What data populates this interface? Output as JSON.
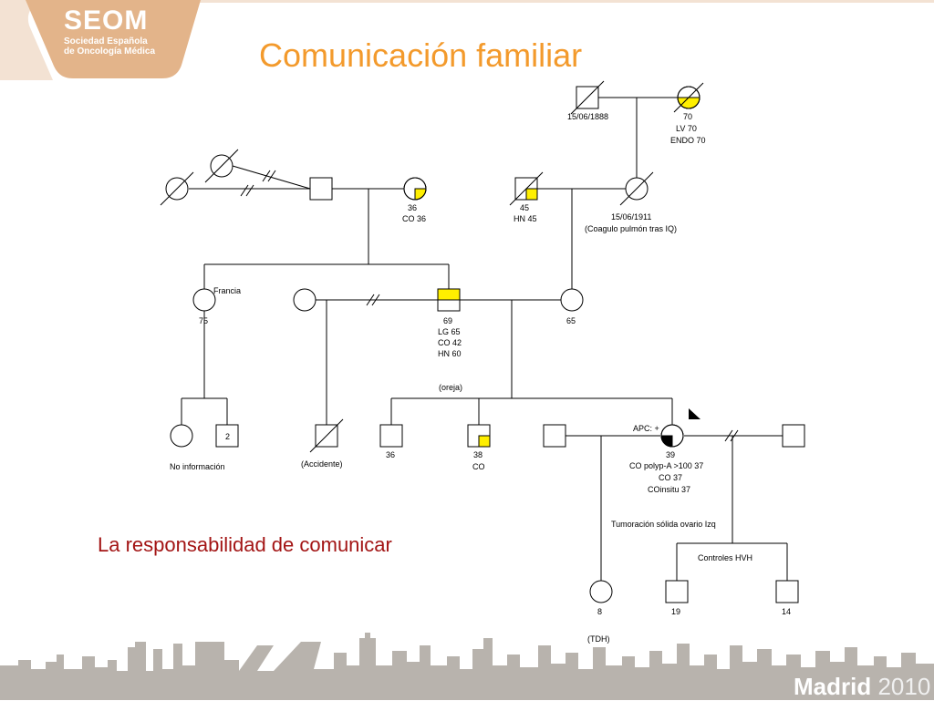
{
  "header": {
    "logo_main": "SEOM",
    "logo_line1": "Sociedad Española",
    "logo_line2": "de Oncología Médica",
    "title": "Comunicación familiar"
  },
  "subtitle": "La responsabilidad de comunicar",
  "footer": {
    "city": "Madrid",
    "year": "2010"
  },
  "colors": {
    "title": "#f39a2c",
    "subtitle": "#a31515",
    "affected": "#ffef00",
    "logo_bg": "#e3b48a",
    "skyline": "#b8b3ad"
  },
  "pedigree": {
    "labels": {
      "gp_m_date": "15/06/1888",
      "gp_f_age": "70",
      "gp_f_d1": "LV 70",
      "gp_f_d2": "ENDO 70",
      "pat_f_age": "36",
      "pat_f_d1": "CO 36",
      "mat_m_age": "45",
      "mat_m_d1": "HN 45",
      "mat_f_date": "15/06/1911",
      "mat_f_cause": "(Coagulo pulmón tras IQ)",
      "francia": "Francia",
      "aunt_age": "75",
      "father_age": "69",
      "father_d1": "LG 65",
      "father_d2": "CO 42",
      "father_d3": "HN 60",
      "mother_age": "65",
      "oreja": "(oreja)",
      "no_info": "No información",
      "cousin_count": "2",
      "accidente": "(Accidente)",
      "bro1_age": "36",
      "bro2_age": "38",
      "bro2_d1": "CO",
      "apc": "APC: +",
      "prob_age": "39",
      "prob_d1": "CO polyp-A >100 37",
      "prob_d2": "CO 37",
      "prob_d3": "COinsitu 37",
      "tumor": "Tumoración sólida ovario Izq",
      "controles": "Controles HVH",
      "d1_age": "8",
      "d1_note": "(TDH)",
      "s1_age": "19",
      "s2_age": "14"
    }
  }
}
